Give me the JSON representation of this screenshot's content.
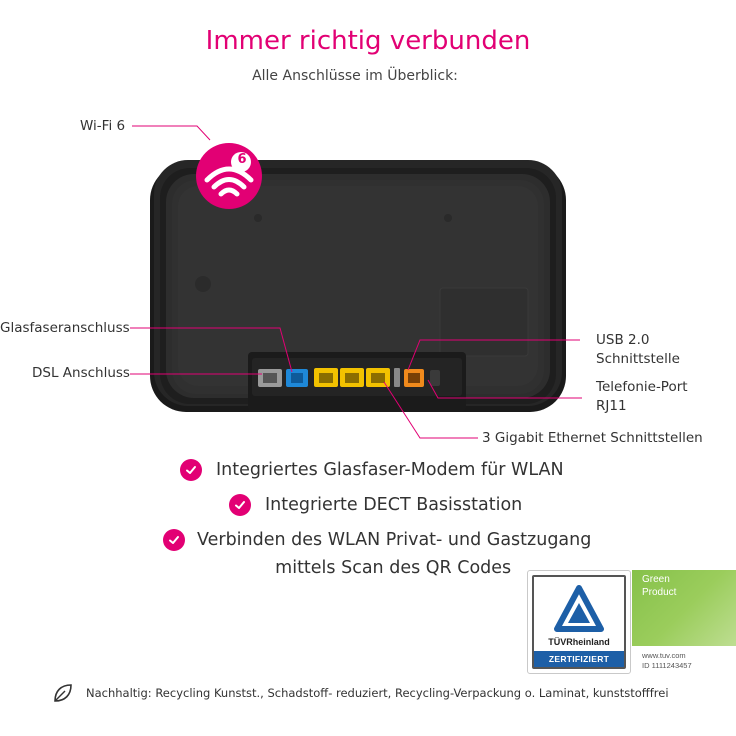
{
  "header": {
    "title": "Immer richtig verbunden",
    "subtitle": "Alle Anschlüsse im Überblick:"
  },
  "callouts": {
    "wifi": "Wi-Fi 6",
    "wifi_badge": "6",
    "glasfaser": "Glasfaseranschluss",
    "dsl": "DSL Anschluss",
    "usb_line1": "USB 2.0",
    "usb_line2": "Schnittstelle",
    "telefon_line1": "Telefonie-Port",
    "telefon_line2": "RJ11",
    "ethernet": "3 Gigabit Ethernet Schnittstellen"
  },
  "features": [
    {
      "text": "Integriertes Glasfaser-Modem für WLAN"
    },
    {
      "text": "Integrierte DECT Basisstation"
    },
    {
      "text_line1": "Verbinden des WLAN Privat- und Gastzugang",
      "text_line2": "mittels Scan des QR Codes"
    }
  ],
  "badges": {
    "tuv_name": "TÜVRheinland",
    "tuv_status": "ZERTIFIZIERT",
    "green_line1": "Green",
    "green_line2": "Product",
    "green_url": "www.tuv.com",
    "green_id": "ID 1111243457"
  },
  "footer": {
    "text": "Nachhaltig: Recycling Kunstst., Schadstoff- reduziert, Recycling-Verpackung o. Laminat, kunststofffrei"
  },
  "colors": {
    "brand_magenta": "#e20074",
    "router_body": "#2a2a2a",
    "port_blue": "#1e88d8",
    "port_yellow": "#f2c200",
    "port_orange": "#f08a1c",
    "tuv_blue": "#1d5fa7",
    "green_badge": "#8cc63f"
  },
  "icons": {
    "wifi": "wifi-6-icon",
    "check": "check-icon",
    "leaf": "leaf-icon"
  }
}
